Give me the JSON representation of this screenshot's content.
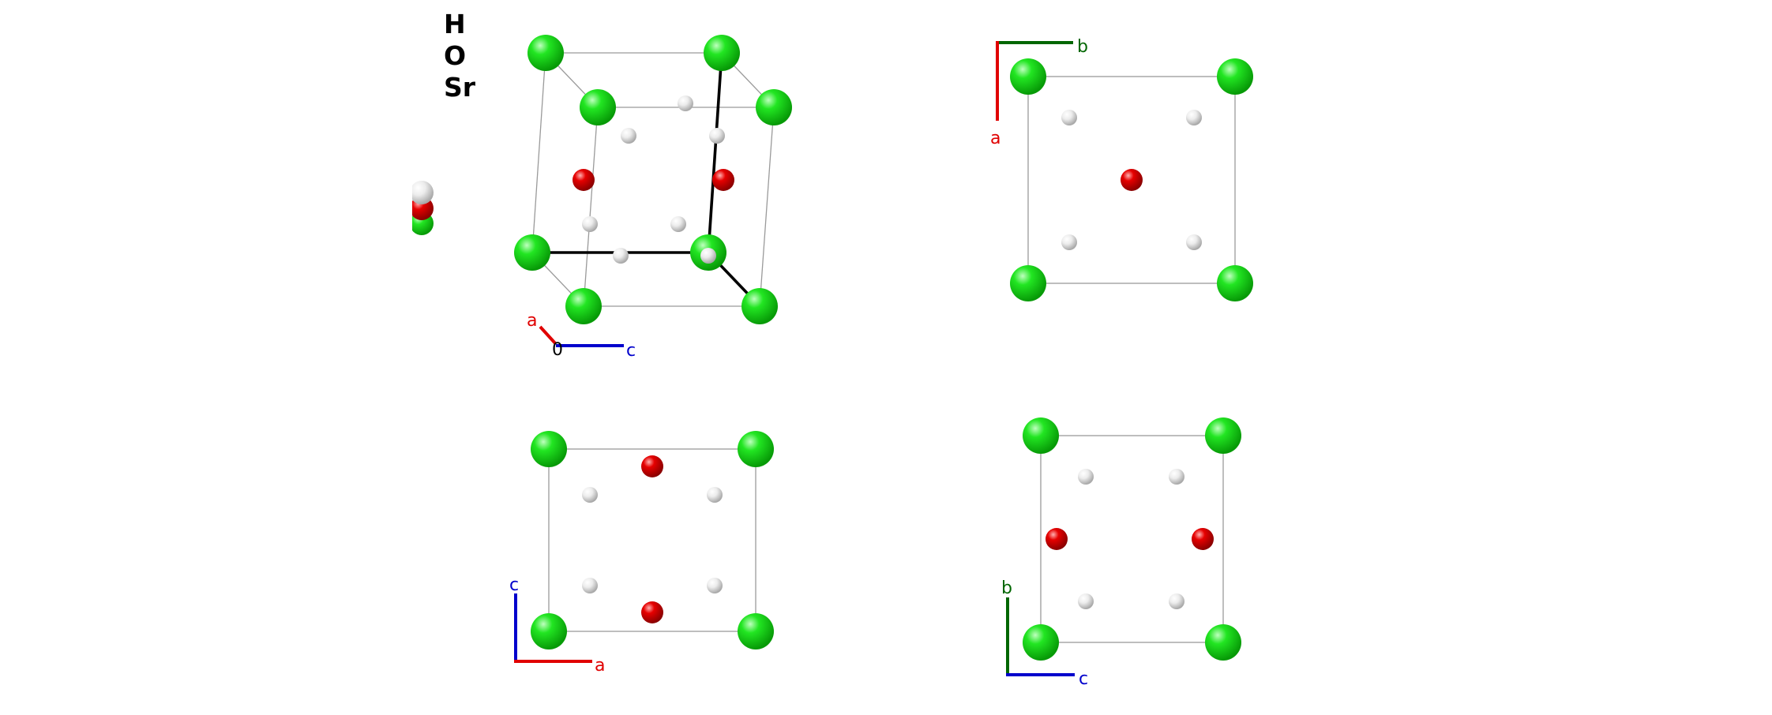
{
  "legend": {
    "elements": [
      {
        "symbol": "H",
        "color": "#e8e8e8"
      },
      {
        "symbol": "O",
        "color": "#e00000"
      },
      {
        "symbol": "Sr",
        "color": "#11dd11"
      }
    ]
  },
  "colors": {
    "Sr": "#11dd11",
    "O": "#e00000",
    "H": "#e8e8e8",
    "axis_a": "#e00000",
    "axis_b": "#006600",
    "axis_c": "#0000cc",
    "cell_edge": "#9a9a9a",
    "bond": "#000000"
  },
  "views": [
    {
      "name": "perspective-view",
      "axes": {
        "a": "a",
        "c": "c",
        "origin": "0"
      }
    },
    {
      "name": "view-along-c",
      "axes": {
        "a": "a",
        "b": "b"
      }
    },
    {
      "name": "view-along-b",
      "axes": {
        "a": "a",
        "c": "c"
      }
    },
    {
      "name": "view-along-a",
      "axes": {
        "b": "b",
        "c": "c"
      }
    }
  ]
}
